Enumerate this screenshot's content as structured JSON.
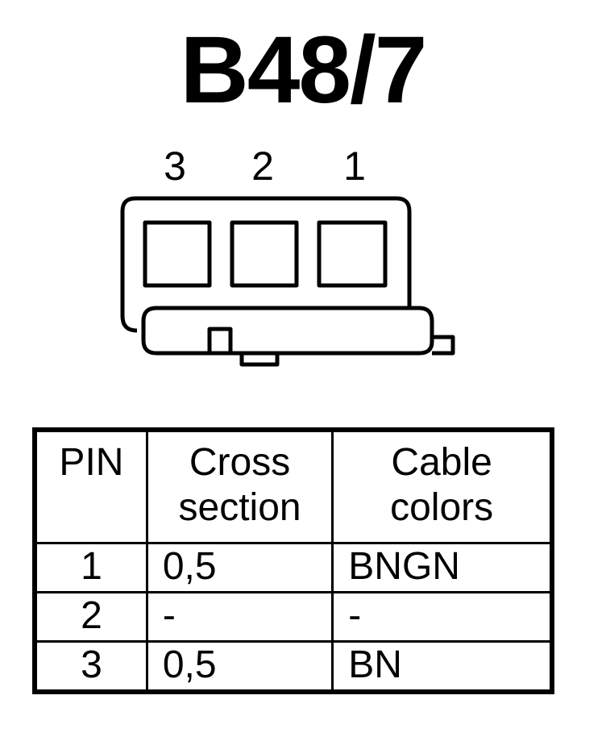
{
  "title": "B48/7",
  "connector": {
    "pin_numbers": [
      "3",
      "2",
      "1"
    ]
  },
  "table": {
    "headers": {
      "pin": "PIN",
      "cross_line1": "Cross",
      "cross_line2": "section",
      "colors_line1": "Cable",
      "colors_line2": "colors"
    },
    "rows": [
      {
        "pin": "1",
        "cross": "0,5",
        "color": "BNGN"
      },
      {
        "pin": "2",
        "cross": "-",
        "color": "-"
      },
      {
        "pin": "3",
        "cross": "0,5",
        "color": "BN"
      }
    ]
  }
}
